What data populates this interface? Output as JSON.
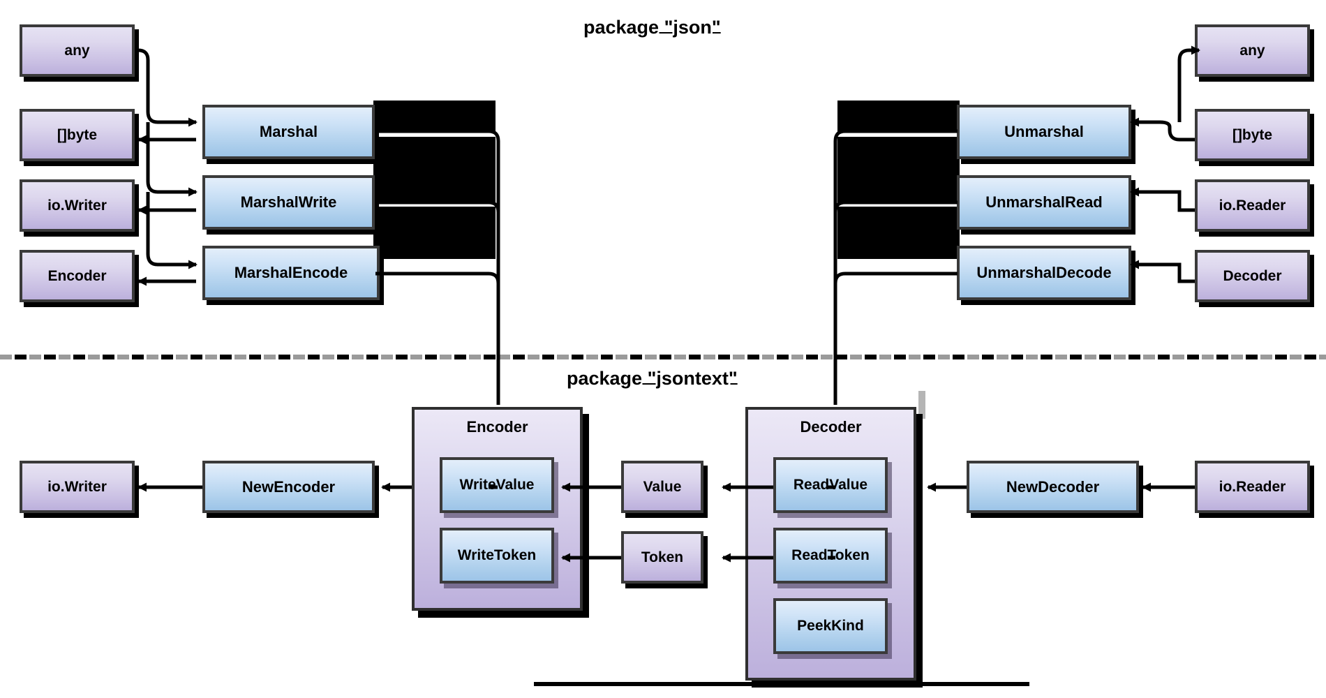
{
  "diagram": {
    "sections": [
      {
        "id": "json",
        "title": "package \"json\""
      },
      {
        "id": "jsontext",
        "title": "package \"jsontext\""
      }
    ],
    "colors": {
      "type_box_fill_top": "#e6e2f3",
      "type_box_fill_bottom": "#bcb0dc",
      "func_box_fill_top": "#e3eefa",
      "func_box_fill_bottom": "#9dc4e8",
      "border": "#3a3a3a",
      "arrow": "#000000",
      "divider_grey": "#9a9a9a"
    },
    "json_section": {
      "left_types": [
        "any",
        "[]byte",
        "io.Writer",
        "Encoder"
      ],
      "left_funcs": [
        "Marshal",
        "MarshalWrite",
        "MarshalEncode"
      ],
      "right_funcs": [
        "Unmarshal",
        "UnmarshalRead",
        "UnmarshalDecode"
      ],
      "right_types": [
        "any",
        "[]byte",
        "io.Reader",
        "Decoder"
      ]
    },
    "jsontext_section": {
      "far_left_type": "io.Writer",
      "new_encoder": "NewEncoder",
      "encoder_struct": {
        "title": "Encoder",
        "methods": [
          "WriteValue",
          "WriteToken"
        ]
      },
      "middle_types": [
        "Value",
        "Token"
      ],
      "decoder_struct": {
        "title": "Decoder",
        "methods": [
          "ReadValue",
          "ReadToken",
          "PeekKind"
        ]
      },
      "new_decoder": "NewDecoder",
      "far_right_type": "io.Reader"
    }
  }
}
